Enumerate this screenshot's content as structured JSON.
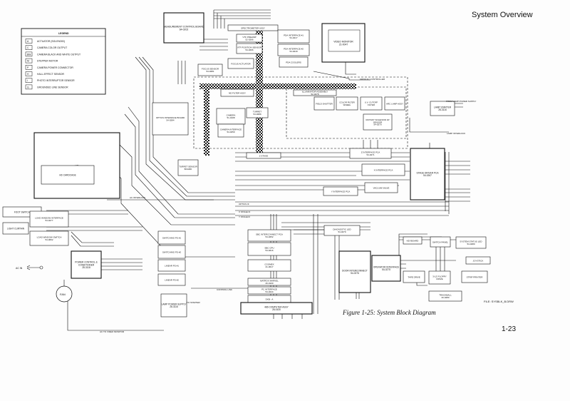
{
  "header": {
    "title": "System Overview"
  },
  "caption": "Figure 1-25: System Block Diagram",
  "page_number": "1-23",
  "file_ref": "FILE: SYSBLK_B.DRW",
  "legend": {
    "title": "LEGEND",
    "items": [
      {
        "sym": "A",
        "label": "ACTUATOR (SOLENOID)"
      },
      {
        "sym": "C",
        "label": "CAMERA COLOR OUTPUT"
      },
      {
        "sym": "BW",
        "label": "CAMERA BLACK AND WHITE OUTPUT"
      },
      {
        "sym": "M",
        "label": "STEPPER MOTOR"
      },
      {
        "sym": "P",
        "label": "CAMERA POWER CONNECTOR"
      },
      {
        "sym": "H",
        "label": "HALL-EFFECT SENSOR"
      },
      {
        "sym": "I",
        "label": "PHOTO INTERRUPTOR SENSOR"
      },
      {
        "sym": "G",
        "label": "GROUNDED LINE SENSOR"
      }
    ]
  },
  "blocks": {
    "measurement": {
      "name": "MEASUREMENT CONTROL BOARD",
      "pn": "64-0202"
    },
    "spectrometer": {
      "name": "SPECTROMETER ASSY"
    },
    "vtf_preamp": {
      "name": "VTF PREAMP",
      "pn": "52-0266"
    },
    "vtf_position": {
      "name": "VTF POSITION SENSOR",
      "pn": "54-0266"
    },
    "pda1": {
      "name": "PDA INTERFACE #1",
      "pn": "54-0217"
    },
    "pda2": {
      "name": "PDA INTERFACE #2",
      "pn": "54-0218"
    },
    "pda_cooler": {
      "name": "PDA COOLERS"
    },
    "video_monitor": {
      "name": "VIDEO MONITOR",
      "pn": "21-0047"
    },
    "focus_sensor": {
      "name": "FOCUS SENSOR",
      "pn": "54-0281"
    },
    "focus_actuator": {
      "name": "FOCUS ACTUATOR"
    },
    "optics_if": {
      "name": "OPTICS INTERFACE BOARD",
      "pn": "54-0284"
    },
    "camera": {
      "name": "CAMERA",
      "pn": "51-0108"
    },
    "camera_if": {
      "name": "CAMERA INTERFACE",
      "pn": "54-0259"
    },
    "nd_filter": {
      "name": "ND FILTER ASSY"
    },
    "turret": {
      "name": "TURRET",
      "pn": "54-0289"
    },
    "turret_sensor": {
      "name": "TURRET SENSOR BOARD"
    },
    "illuminator": {
      "name": "ILLUMINATOR ASSEMBLY",
      "pn": "52-0278"
    },
    "field_shutter": {
      "name": "FIELD SHUTTER"
    },
    "color_filter": {
      "name": "COLOR FILTER WHEEL"
    },
    "uv_cutoff": {
      "name": "U.V. CUTOFF FILTER"
    },
    "arc_lamp": {
      "name": "ARC LAMP ASSY"
    },
    "rotary_sol": {
      "name": "ROTARY SOLENOID W/ SENSOR",
      "pn": "54-0270"
    },
    "lamp_starter": {
      "name": "LAMP STARTER",
      "pn": "28-3116"
    },
    "hd": {
      "name": "HD"
    },
    "hd_cardcage": {
      "name": "HD CARDCAGE"
    },
    "z_stage": {
      "name": "Z STAGE"
    },
    "z_if_pca": {
      "name": "Z INTERFACE PCA",
      "pn": "54-0271"
    },
    "x_if_pca": {
      "name": "X INTERFACE PCA"
    },
    "y_if_pca": {
      "name": "Y INTERFACE PCA"
    },
    "stage_driver": {
      "name": "STAGE DRIVER PCA",
      "pn": "54-0267"
    },
    "vacuum_valve": {
      "name": "VACUUM VALVE"
    },
    "foot_switch": {
      "name": "FOOT SWITCH"
    },
    "load_window": {
      "name": "LOAD WINDOW INTERFACE",
      "pn": "54-0277"
    },
    "light_curtain": {
      "name": "LIGHT CURTAIN"
    },
    "load_window2": {
      "name": "LOAD WINDOW SWITCH",
      "pn": "54-0062"
    },
    "power_control": {
      "name": "POWER CONTROL & CONDITIONER",
      "pn": "28-3118"
    },
    "fan": {
      "name": "FAN"
    },
    "switching_ps1": {
      "name": "SWITCHING PS #1"
    },
    "switching_ps2": {
      "name": "SWITCHING PS #2"
    },
    "linear_ps1": {
      "name": "LINEAR PS #1"
    },
    "linear_ps2": {
      "name": "LINEAR PS #2"
    },
    "lamp_ps": {
      "name": "LAMP POWER SUPPLY",
      "pn": "28-3116"
    },
    "sbc_interconnect": {
      "name": "SBC INTERCONNECT PCA",
      "pn": "54-0252"
    },
    "sbc_cpu": {
      "name": "SBC CPU",
      "pn": "54-0216"
    },
    "diag_led": {
      "name": "DIAGNOSTIC LED",
      "pn": "54-0279"
    },
    "door_interconnect": {
      "name": "DOOR INTERCONNECT",
      "pn": "54-0276"
    },
    "operator_if": {
      "name": "OPERATOR INTERFACE",
      "pn": "54-0275"
    },
    "keyboard": {
      "name": "KEYBOARD"
    },
    "switch_panel": {
      "name": "SWITCH PANEL"
    },
    "system_status": {
      "name": "SYSTEM STATUS LED",
      "pn": "54-0280"
    },
    "joystick": {
      "name": "JOYSTICK"
    },
    "tape_drive": {
      "name": "TAPE DRIVE"
    },
    "floppy": {
      "name": "3-1/2 FLOPPY DRIVE"
    },
    "strip_printer": {
      "name": "STRIP PRINTER"
    },
    "trackball": {
      "name": "TRACKBALL",
      "pn": "26-0280"
    },
    "coomex": {
      "name": "COOMEX",
      "pn": "21-0017"
    },
    "matrox": {
      "name": "MATROX MARVEL",
      "pn": "26-0100"
    },
    "pc_interface": {
      "name": "PC INTERFACE",
      "pn": "54-0244"
    },
    "dkb": {
      "name": "DKB - A"
    },
    "am_computer": {
      "name": "486 COMPUTER ASSY",
      "pn": "28-043X"
    }
  },
  "signals": {
    "ac_in": "AC IN",
    "to_starter": "TO STARTER",
    "ac_to_video": "AC TO VIDEO MONITOR",
    "lamp_interlock": "LAMP INTERLOCK",
    "from_ac_controller": "FROM AC CONTROLLER",
    "from_lamp_ps": "FROM LAMP POWER SUPPLY",
    "ac_interlock": "AC INTERLOCK",
    "control_link": "CONTROL LINK",
    "optics_if": "OPTICS IF",
    "x_stage_if": "X STAGE IF",
    "y_stage_if": "Y STAGE IF"
  },
  "colors": {
    "ink": "#111111",
    "paper": "#fdfdfd"
  }
}
